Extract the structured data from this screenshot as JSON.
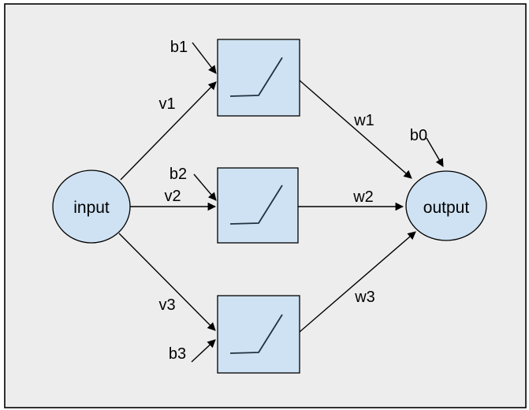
{
  "diagram": {
    "type": "neural-network",
    "colors": {
      "background": "#ededed",
      "page": "#ffffff",
      "node_fill": "#cfe2f3",
      "stroke": "#000000"
    },
    "nodes": {
      "input": {
        "label": "input",
        "shape": "ellipse"
      },
      "output": {
        "label": "output",
        "shape": "ellipse"
      },
      "hidden": [
        {
          "id": "hidden-1",
          "shape": "square",
          "icon": "piecewise-linear-activation"
        },
        {
          "id": "hidden-2",
          "shape": "square",
          "icon": "piecewise-linear-activation"
        },
        {
          "id": "hidden-3",
          "shape": "square",
          "icon": "piecewise-linear-activation"
        }
      ]
    },
    "edges": [
      {
        "label": "v1",
        "from": "input",
        "to": "hidden-1"
      },
      {
        "label": "v2",
        "from": "input",
        "to": "hidden-2"
      },
      {
        "label": "v3",
        "from": "input",
        "to": "hidden-3"
      },
      {
        "label": "w1",
        "from": "hidden-1",
        "to": "output"
      },
      {
        "label": "w2",
        "from": "hidden-2",
        "to": "output"
      },
      {
        "label": "w3",
        "from": "hidden-3",
        "to": "output"
      },
      {
        "label": "b1",
        "from": "bias",
        "to": "hidden-1"
      },
      {
        "label": "b2",
        "from": "bias",
        "to": "hidden-2"
      },
      {
        "label": "b3",
        "from": "bias",
        "to": "hidden-3"
      },
      {
        "label": "b0",
        "from": "bias",
        "to": "output"
      }
    ]
  }
}
